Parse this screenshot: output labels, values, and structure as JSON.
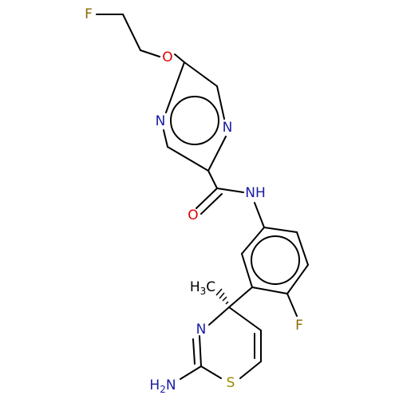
{
  "colors": {
    "bond": "#000000",
    "nitrogen": "#1a1aa6",
    "oxygen": "#e00000",
    "sulfur": "#9a8a00",
    "fluorine": "#8a6a00",
    "carbon": "#000000"
  },
  "atom_labels": {
    "f_top": "F",
    "o_ether": "O",
    "n_pyrazine_left": "N",
    "n_pyrazine_right": "N",
    "nh_amide": "NH",
    "o_carbonyl": "O",
    "f_aryl": "F",
    "methyl_h": "H",
    "methyl_sub": "3",
    "methyl_c": "C",
    "n_ring": "N",
    "s_ring": "S",
    "amine_h": "H",
    "amine_sub": "2",
    "amine_n": "N"
  }
}
